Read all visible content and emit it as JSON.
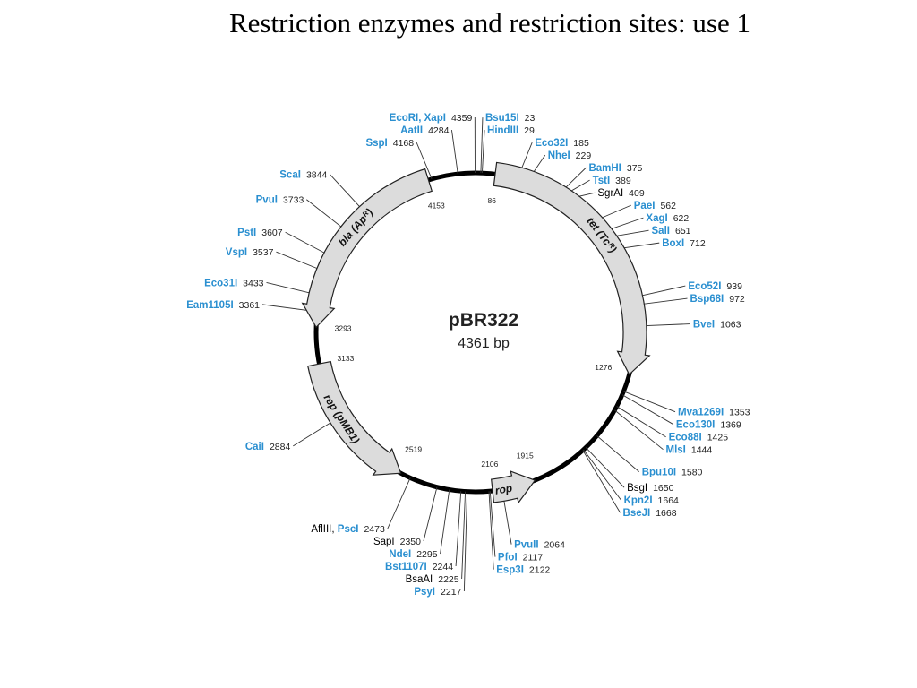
{
  "title": "Restriction enzymes and restriction sites:  use 1",
  "plasmid": {
    "name": "pBR322",
    "size": "4361 bp"
  },
  "genes": [
    {
      "label": "bla (Apᴿ)",
      "start": 4153,
      "end": 3293
    },
    {
      "label": "tet (Tcᴿ)",
      "start": 86,
      "end": 1276
    },
    {
      "label": "rep (pMB1)",
      "start": 3133,
      "end": 2519
    },
    {
      "label": "rop",
      "start": 2106,
      "end": 1915
    }
  ],
  "ticks": [
    {
      "label": "4153",
      "pos": 4153
    },
    {
      "label": "86",
      "pos": 86
    },
    {
      "label": "3293",
      "pos": 3293
    },
    {
      "label": "3133",
      "pos": 3133
    },
    {
      "label": "1276",
      "pos": 1276
    },
    {
      "label": "2519",
      "pos": 2519
    },
    {
      "label": "2106",
      "pos": 2106
    },
    {
      "label": "1915",
      "pos": 1915
    }
  ],
  "sites": [
    {
      "name": "Bsu15I",
      "pos": "23",
      "pos_value": 23,
      "blue": true
    },
    {
      "name": "HindIII",
      "pos": "29",
      "pos_value": 29,
      "blue": true
    },
    {
      "name": "Eco32I",
      "pos": "185",
      "pos_value": 185,
      "blue": true
    },
    {
      "name": "NheI",
      "pos": "229",
      "pos_value": 229,
      "blue": true
    },
    {
      "name": "BamHI",
      "pos": "375",
      "pos_value": 375,
      "blue": true
    },
    {
      "name": "TstI",
      "pos": "389",
      "pos_value": 389,
      "blue": true
    },
    {
      "name": "SgrAI",
      "pos": "409",
      "pos_value": 409,
      "blue": false
    },
    {
      "name": "PaeI",
      "pos": "562",
      "pos_value": 562,
      "blue": true
    },
    {
      "name": "XagI",
      "pos": "622",
      "pos_value": 622,
      "blue": true
    },
    {
      "name": "SalI",
      "pos": "651",
      "pos_value": 651,
      "blue": true
    },
    {
      "name": "BoxI",
      "pos": "712",
      "pos_value": 712,
      "blue": true
    },
    {
      "name": "Eco52I",
      "pos": "939",
      "pos_value": 939,
      "blue": true
    },
    {
      "name": "Bsp68I",
      "pos": "972",
      "pos_value": 972,
      "blue": true
    },
    {
      "name": "BveI",
      "pos": "1063",
      "pos_value": 1063,
      "blue": true
    },
    {
      "name": "Mva1269I",
      "pos": "1353",
      "pos_value": 1353,
      "blue": true
    },
    {
      "name": "Eco130I",
      "pos": "1369",
      "pos_value": 1369,
      "blue": true
    },
    {
      "name": "Eco88I",
      "pos": "1425",
      "pos_value": 1425,
      "blue": true
    },
    {
      "name": "MlsI",
      "pos": "1444",
      "pos_value": 1444,
      "blue": true
    },
    {
      "name": "Bpu10I",
      "pos": "1580",
      "pos_value": 1580,
      "blue": true
    },
    {
      "name": "BsgI",
      "pos": "1650",
      "pos_value": 1650,
      "blue": false
    },
    {
      "name": "Kpn2I",
      "pos": "1664",
      "pos_value": 1664,
      "blue": true
    },
    {
      "name": "BseJI",
      "pos": "1668",
      "pos_value": 1668,
      "blue": true
    },
    {
      "name": "PvuII",
      "pos": "2064",
      "pos_value": 2064,
      "blue": true
    },
    {
      "name": "PfoI",
      "pos": "2117",
      "pos_value": 2117,
      "blue": true
    },
    {
      "name": "Esp3I",
      "pos": "2122",
      "pos_value": 2122,
      "blue": true
    },
    {
      "name": "PsyI",
      "pos": "2217",
      "pos_value": 2217,
      "blue": true
    },
    {
      "name": "BsaAI",
      "pos": "2225",
      "pos_value": 2225,
      "blue": false
    },
    {
      "name": "Bst1107I",
      "pos": "2244",
      "pos_value": 2244,
      "blue": true
    },
    {
      "name": "NdeI",
      "pos": "2295",
      "pos_value": 2295,
      "blue": true
    },
    {
      "name": "SapI",
      "pos": "2350",
      "pos_value": 2350,
      "blue": false
    },
    {
      "name": "PscI",
      "prefix": "AflIII, ",
      "pos": "2473",
      "pos_value": 2473,
      "blue": true
    },
    {
      "name": "CaiI",
      "pos": "2884",
      "pos_value": 2884,
      "blue": true
    },
    {
      "name": "Eam1105I",
      "pos": "3361",
      "pos_value": 3361,
      "blue": true
    },
    {
      "name": "Eco31I",
      "pos": "3433",
      "pos_value": 3433,
      "blue": true
    },
    {
      "name": "VspI",
      "pos": "3537",
      "pos_value": 3537,
      "blue": true
    },
    {
      "name": "PstI",
      "pos": "3607",
      "pos_value": 3607,
      "blue": true
    },
    {
      "name": "PvuI",
      "pos": "3733",
      "pos_value": 3733,
      "blue": true
    },
    {
      "name": "ScaI",
      "pos": "3844",
      "pos_value": 3844,
      "blue": true
    },
    {
      "name": "SspI",
      "pos": "4168",
      "pos_value": 4168,
      "blue": true
    },
    {
      "name": "AatII",
      "pos": "4284",
      "pos_value": 4284,
      "blue": true
    },
    {
      "name": "EcoRI, XapI",
      "pos": "4359",
      "pos_value": 4359,
      "blue": true
    }
  ]
}
